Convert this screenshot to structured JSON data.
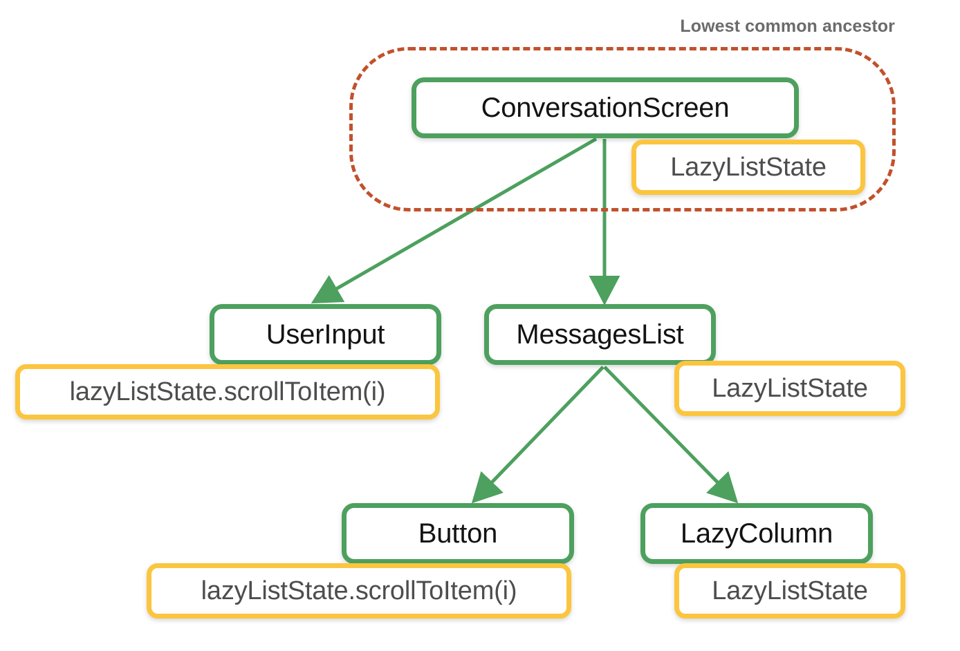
{
  "diagram": {
    "title": "Lowest common ancestor",
    "colors": {
      "node_border": "#4da05e",
      "badge_border": "#fbc53f",
      "region_border": "#c1512c",
      "node_text": "#131313",
      "badge_text": "#4d4d4d",
      "title_text": "#6b6b6b",
      "background": "#ffffff"
    },
    "nodes": [
      {
        "id": "conversation-screen",
        "label": "ConversationScreen"
      },
      {
        "id": "user-input",
        "label": "UserInput"
      },
      {
        "id": "messages-list",
        "label": "MessagesList"
      },
      {
        "id": "button",
        "label": "Button"
      },
      {
        "id": "lazy-column",
        "label": "LazyColumn"
      }
    ],
    "badges": [
      {
        "id": "conversation-screen-state",
        "label": "LazyListState"
      },
      {
        "id": "user-input-state",
        "label": "lazyListState.scrollToItem(i)"
      },
      {
        "id": "messages-list-state",
        "label": "LazyListState"
      },
      {
        "id": "button-state",
        "label": "lazyListState.scrollToItem(i)"
      },
      {
        "id": "lazy-column-state",
        "label": "LazyListState"
      }
    ],
    "edges": [
      {
        "from": "ConversationScreen",
        "to": "UserInput"
      },
      {
        "from": "ConversationScreen",
        "to": "MessagesList"
      },
      {
        "from": "MessagesList",
        "to": "Button"
      },
      {
        "from": "MessagesList",
        "to": "LazyColumn"
      }
    ]
  }
}
